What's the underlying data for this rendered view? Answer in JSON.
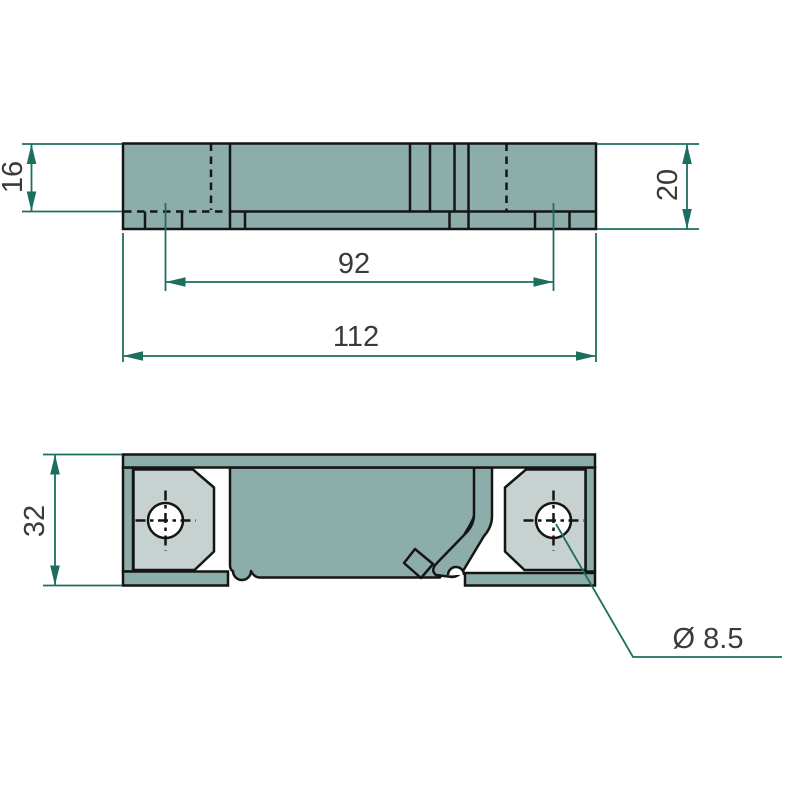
{
  "drawing": {
    "type": "technical-drawing",
    "views": {
      "side_view": {
        "dim_height_left": "16",
        "dim_height_right": "20",
        "dim_width_inner": "92",
        "dim_width_outer": "112"
      },
      "bottom_view": {
        "dim_height": "32",
        "dim_hole_diameter": "Ø 8.5"
      }
    },
    "colors": {
      "body_fill": "#8dadaa",
      "pad_fill": "#c7d2d0",
      "outline": "#151515",
      "dimension_line": "#1d6e61",
      "label_text": "#3a3a3a",
      "background": "#ffffff"
    }
  }
}
